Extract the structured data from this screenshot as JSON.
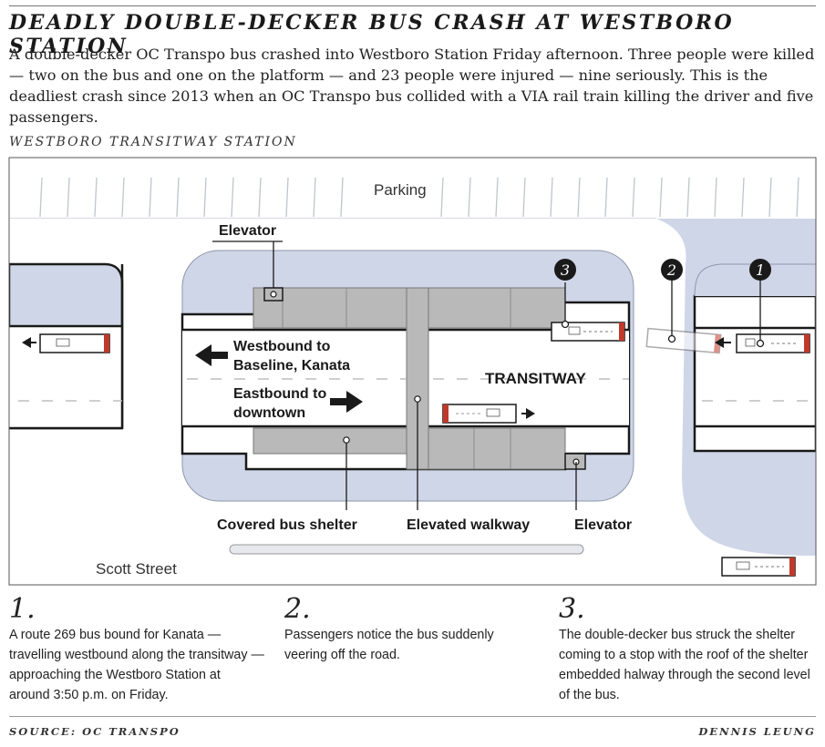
{
  "header": {
    "title": "DEADLY DOUBLE-DECKER BUS CRASH AT WESTBORO STATION",
    "intro": "A double-decker OC Transpo bus crashed into Westboro Station Friday afternoon. Three people were killed — two on the bus and one on the platform — and 23 people were injured — nine seriously. This is the deadliest crash since 2013 when an OC Transpo bus collided with a VIA rail train killing the driver and five passengers."
  },
  "map": {
    "label": "WESTBORO TRANSITWAY STATION",
    "parking": "Parking",
    "elevator_top": "Elevator",
    "westbound_line1": "Westbound to",
    "westbound_line2": "Baseline, Kanata",
    "eastbound_line1": "Eastbound to",
    "eastbound_line2": "downtown",
    "transitway": "TRANSITWAY",
    "covered_shelter": "Covered bus shelter",
    "elevated_walkway": "Elevated walkway",
    "elevator_bottom": "Elevator",
    "scott_street": "Scott Street",
    "marker_1": "1",
    "marker_2": "2",
    "marker_3": "3",
    "colors": {
      "road": "#ffffff",
      "station_bg": "#cfd6e8",
      "platform": "#b9b9b9",
      "bus_red": "#c0392b",
      "ink": "#1a1a1a"
    }
  },
  "steps": [
    {
      "num": "1.",
      "text": "A route 269 bus bound for Kanata — travelling westbound along the transitway —  approaching the Westboro Station at around 3:50 p.m. on Friday."
    },
    {
      "num": "2.",
      "text": "Passengers notice the bus suddenly veering off the road."
    },
    {
      "num": "3.",
      "text": "The double-decker bus struck the shelter coming to a stop with the roof of the shelter embedded halway through the second level of the bus."
    }
  ],
  "footer": {
    "source": "SOURCE: OC TRANSPO",
    "author": "DENNIS LEUNG"
  }
}
